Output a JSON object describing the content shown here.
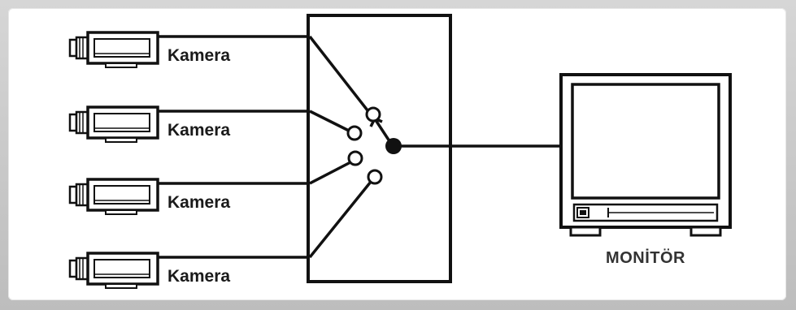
{
  "cameras": [
    {
      "label": "Kamera"
    },
    {
      "label": "Kamera"
    },
    {
      "label": "Kamera"
    },
    {
      "label": "Kamera"
    }
  ],
  "monitor": {
    "label": "MONİTÖR"
  },
  "colors": {
    "ink": "#1a1a1a",
    "background": "#ffffff",
    "border": "#c4c4c4"
  },
  "icons": [
    "camera-icon",
    "monitor-icon",
    "switch-box",
    "junction-dot"
  ]
}
